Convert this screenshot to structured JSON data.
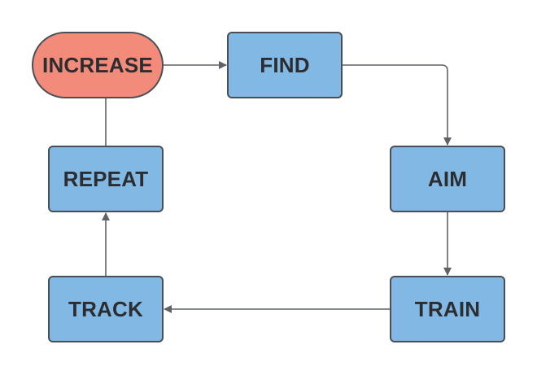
{
  "colors": {
    "process_fill": "#82b9e4",
    "highlight_fill": "#f38b7b",
    "stroke": "#4a4f57",
    "edge": "#5f6368"
  },
  "nodes": {
    "increase": {
      "label": "INCREASE",
      "shape": "rounded-pill",
      "fill": "highlight"
    },
    "find": {
      "label": "FIND",
      "shape": "rectangle",
      "fill": "process"
    },
    "aim": {
      "label": "AIM",
      "shape": "rectangle",
      "fill": "process"
    },
    "train": {
      "label": "TRAIN",
      "shape": "rectangle",
      "fill": "process"
    },
    "track": {
      "label": "TRACK",
      "shape": "rectangle",
      "fill": "process"
    },
    "repeat": {
      "label": "REPEAT",
      "shape": "rectangle",
      "fill": "process"
    }
  },
  "edges": [
    {
      "from": "increase",
      "to": "find",
      "arrow": true
    },
    {
      "from": "find",
      "to": "aim",
      "arrow": true
    },
    {
      "from": "aim",
      "to": "train",
      "arrow": true
    },
    {
      "from": "train",
      "to": "track",
      "arrow": true
    },
    {
      "from": "track",
      "to": "repeat",
      "arrow": true
    },
    {
      "from": "repeat",
      "to": "increase",
      "arrow": false
    }
  ]
}
